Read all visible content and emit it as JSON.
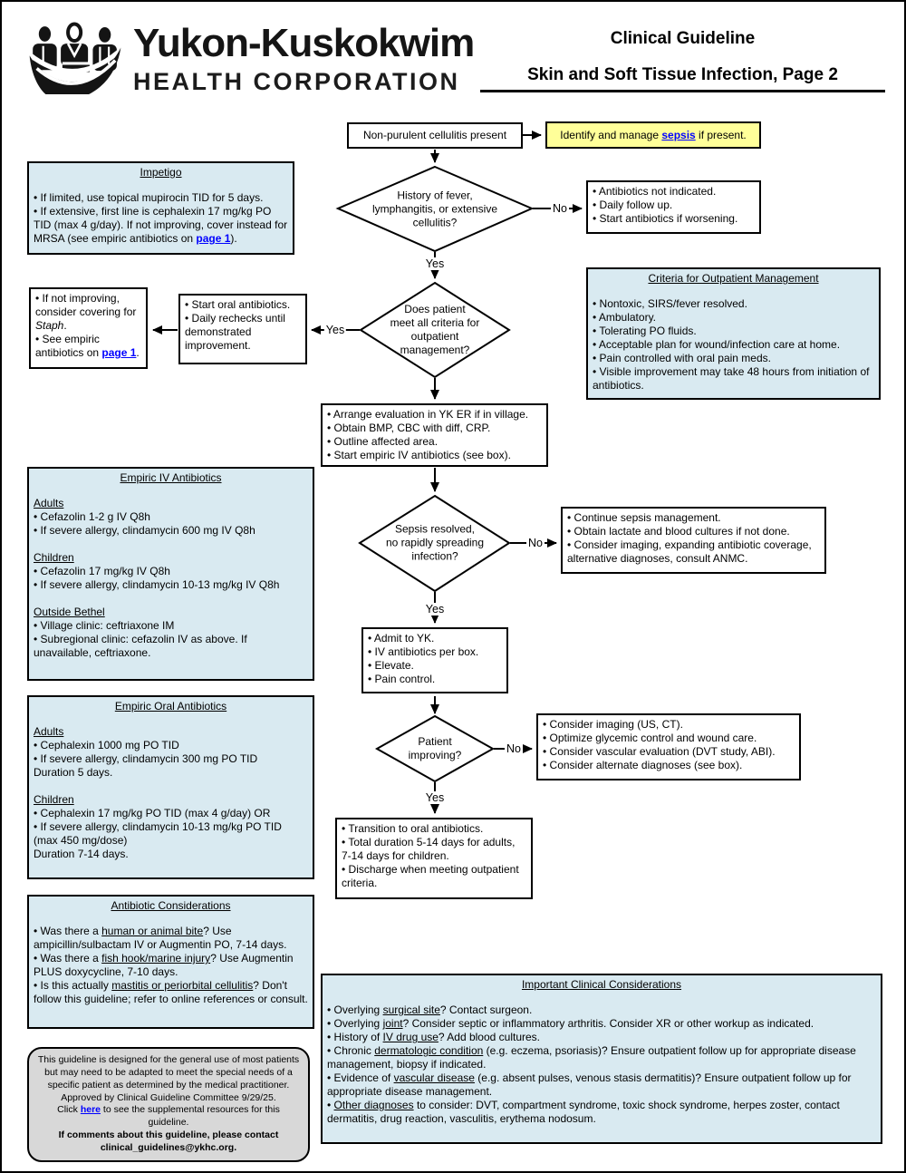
{
  "header": {
    "org_name_line1": "Yukon-Kuskokwim",
    "org_name_line2": "HEALTH CORPORATION",
    "doc_type": "Clinical Guideline",
    "doc_title": "Skin and Soft Tissue Infection, Page 2"
  },
  "labels": {
    "yes": "Yes",
    "no": "No"
  },
  "colors": {
    "info_box_bg": "#d9eaf1",
    "alert_box_bg": "#ffff99",
    "disclaimer_bg": "#d8d8d8",
    "link_blue": "#0000ff",
    "line_black": "#000000"
  },
  "nodes": {
    "start": {
      "text": "Non-purulent cellulitis present"
    },
    "sepsis_alert": {
      "lines": [
        [
          {
            "t": "Identify and manage "
          },
          {
            "t": "sepsis",
            "c": "lk"
          },
          {
            "t": " if present."
          }
        ]
      ]
    },
    "fever_diamond": {
      "text": "History of fever,\nlymphangitis, or extensive\ncellulitis?"
    },
    "no_abx": {
      "lines": [
        "• Antibiotics not indicated.",
        "• Daily follow up.",
        "• Start antibiotics if worsening."
      ]
    },
    "impetigo": {
      "title": "Impetigo",
      "lines": [
        "• If limited, use topical mupirocin TID for 5 days.",
        [
          {
            "t": "• If extensive, first line is cephalexin 17 mg/kg PO TID (max 4 g/day). If not improving, cover instead for MRSA (see empiric antibiotics on "
          },
          {
            "t": "page 1",
            "c": "lk"
          },
          {
            "t": ")."
          }
        ]
      ]
    },
    "outpatient_diamond": {
      "text": "Does patient\nmeet all criteria for\noutpatient\nmanagement?"
    },
    "start_oral": {
      "lines": [
        "• Start oral antibiotics.",
        "• Daily rechecks until demonstrated improvement."
      ]
    },
    "cover_staph": {
      "lines": [
        [
          {
            "t": "• If not improving, consider covering  for "
          },
          {
            "t": "Staph",
            "c": "i"
          },
          {
            "t": "."
          }
        ],
        [
          {
            "t": "• See empiric antibiotics on "
          },
          {
            "t": "page 1",
            "c": "lk"
          },
          {
            "t": "."
          }
        ]
      ]
    },
    "criteria": {
      "title": "Criteria for Outpatient Management",
      "lines": [
        "• Nontoxic, SIRS/fever resolved.",
        "• Ambulatory.",
        "• Tolerating PO fluids.",
        "• Acceptable plan for wound/infection care at home.",
        "• Pain controlled with oral pain meds.",
        "• Visible improvement may take 48 hours from initiation of antibiotics."
      ]
    },
    "arrange": {
      "lines": [
        "• Arrange evaluation in YK ER if in village.",
        "• Obtain BMP, CBC with diff, CRP.",
        "• Outline affected area.",
        "• Start empiric IV antibiotics (see box)."
      ]
    },
    "sepsis_diamond": {
      "text": "Sepsis resolved,\nno rapidly spreading\ninfection?"
    },
    "continue_sepsis": {
      "lines": [
        "• Continue sepsis management.",
        "• Obtain lactate and blood cultures if not done.",
        "• Consider imaging, expanding antibiotic coverage, alternative diagnoses, consult ANMC."
      ]
    },
    "admit": {
      "lines": [
        "• Admit to YK.",
        "• IV antibiotics per box.",
        "• Elevate.",
        "• Pain control."
      ]
    },
    "empiric_iv": {
      "title": "Empiric IV Antibiotics",
      "lines": [
        [
          {
            "t": "Adults",
            "c": "u"
          }
        ],
        "• Cefazolin 1-2 g IV Q8h",
        "• If severe allergy, clindamycin 600 mg IV Q8h",
        "",
        [
          {
            "t": "Children",
            "c": "u"
          }
        ],
        "• Cefazolin 17 mg/kg IV Q8h",
        "• If severe allergy, clindamycin 10-13 mg/kg IV Q8h",
        "",
        [
          {
            "t": "Outside Bethel",
            "c": "u"
          }
        ],
        "• Village clinic: ceftriaxone IM",
        "• Subregional clinic: cefazolin IV as above. If unavailable, ceftriaxone."
      ]
    },
    "improving_diamond": {
      "text": "Patient\nimproving?"
    },
    "consider_alt": {
      "lines": [
        "• Consider imaging (US, CT).",
        "• Optimize glycemic control and wound care.",
        "• Consider vascular evaluation (DVT study, ABI).",
        "• Consider alternate diagnoses (see box)."
      ]
    },
    "transition": {
      "lines": [
        "• Transition to oral antibiotics.",
        "• Total duration 5-14 days for adults, 7-14 days for children.",
        "• Discharge when meeting outpatient criteria."
      ]
    },
    "empiric_oral": {
      "title": "Empiric Oral Antibiotics",
      "lines": [
        [
          {
            "t": "Adults",
            "c": "u"
          }
        ],
        "• Cephalexin 1000 mg PO TID",
        "• If severe allergy, clindamycin 300 mg PO TID",
        "Duration 5 days.",
        "",
        [
          {
            "t": "Children",
            "c": "u"
          }
        ],
        "• Cephalexin 17 mg/kg PO TID (max 4 g/day) OR",
        "• If severe allergy, clindamycin 10-13 mg/kg PO TID (max 450 mg/dose)",
        "Duration 7-14 days."
      ]
    },
    "abx_considerations": {
      "title": "Antibiotic Considerations",
      "lines": [
        [
          {
            "t": "• Was there a "
          },
          {
            "t": "human or animal bite",
            "c": "u"
          },
          {
            "t": "? Use ampicillin/sulbactam IV or Augmentin PO, 7-14 days."
          }
        ],
        [
          {
            "t": "• Was there a "
          },
          {
            "t": "fish hook/marine injury",
            "c": "u"
          },
          {
            "t": "? Use Augmentin PLUS doxycycline, 7-10 days."
          }
        ],
        [
          {
            "t": "• Is this actually "
          },
          {
            "t": "mastitis or periorbital cellulitis",
            "c": "u"
          },
          {
            "t": "? Don't follow this guideline; refer to online references or consult."
          }
        ]
      ]
    },
    "disclaimer": {
      "lines": [
        "This guideline is designed for the general use of most patients but may need to be adapted to meet the special needs of a specific patient as determined by the medical practitioner.",
        "Approved by Clinical Guideline Committee 9/29/25.",
        [
          {
            "t": "Click "
          },
          {
            "t": "here",
            "c": "lk"
          },
          {
            "t": " to see the supplemental resources for this guideline."
          }
        ],
        [
          {
            "t": "If comments about this guideline, please contact clinical_guidelines@ykhc.org.",
            "c": "b"
          }
        ]
      ]
    },
    "important": {
      "title": "Important Clinical Considerations",
      "lines": [
        [
          {
            "t": "• Overlying "
          },
          {
            "t": "surgical site",
            "c": "u"
          },
          {
            "t": "? Contact surgeon."
          }
        ],
        [
          {
            "t": "• Overlying "
          },
          {
            "t": "joint",
            "c": "u"
          },
          {
            "t": "? Consider septic or inflammatory arthritis. Consider XR or other workup as indicated."
          }
        ],
        [
          {
            "t": "• History of "
          },
          {
            "t": "IV drug use",
            "c": "u"
          },
          {
            "t": "? Add blood cultures."
          }
        ],
        [
          {
            "t": "• Chronic "
          },
          {
            "t": "dermatologic condition",
            "c": "u"
          },
          {
            "t": " (e.g. eczema, psoriasis)? Ensure outpatient follow up for appropriate disease management, biopsy if indicated."
          }
        ],
        [
          {
            "t": "• Evidence of "
          },
          {
            "t": "vascular disease",
            "c": "u"
          },
          {
            "t": " (e.g. absent pulses, venous stasis dermatitis)? Ensure outpatient follow up for appropriate disease management."
          }
        ],
        [
          {
            "t": "• "
          },
          {
            "t": "Other diagnoses",
            "c": "u"
          },
          {
            "t": " to consider: DVT, compartment syndrome, toxic shock syndrome, herpes zoster, contact dermatitis, drug reaction, vasculitis, erythema nodosum."
          }
        ]
      ]
    }
  }
}
